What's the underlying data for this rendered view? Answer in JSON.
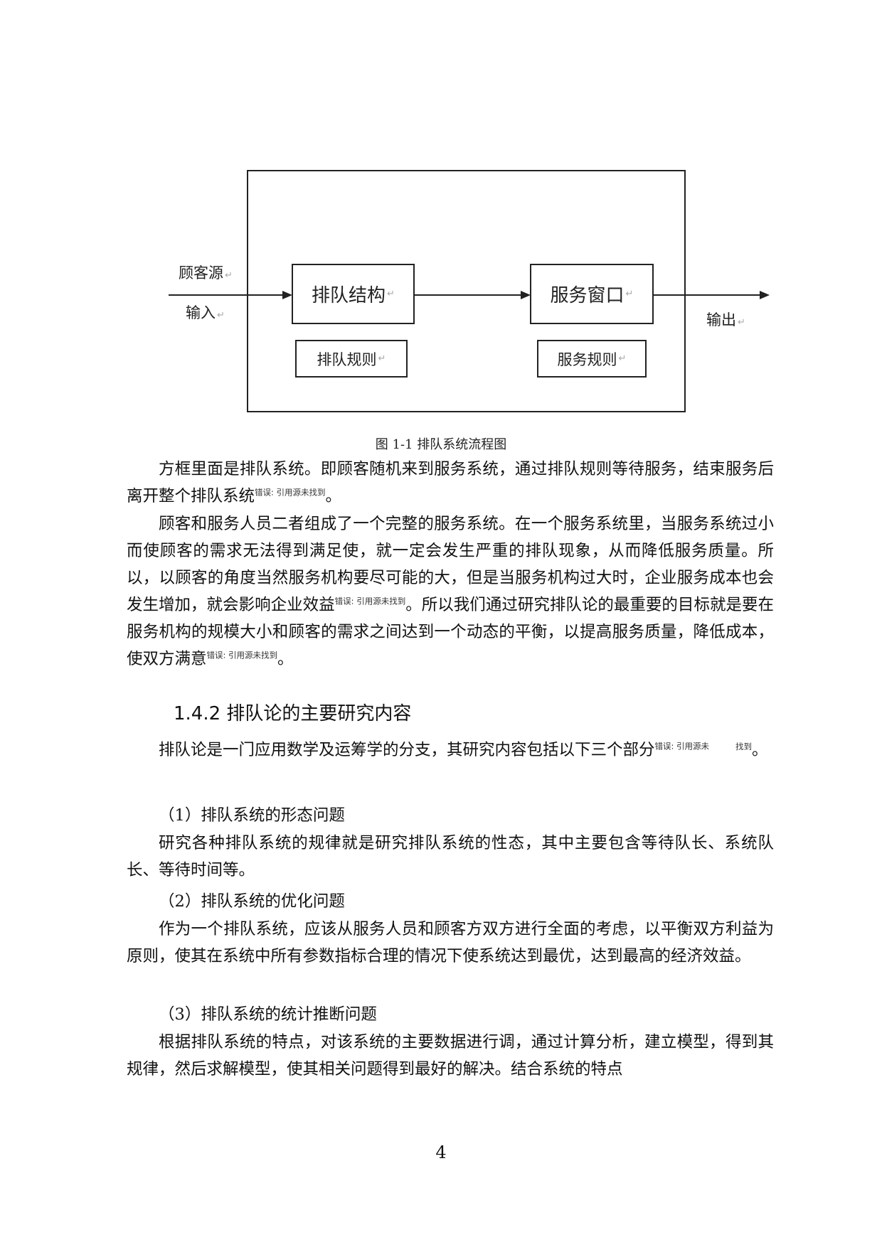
{
  "figure": {
    "source_label": "顾客源",
    "input_label": "输入",
    "output_label": "输出",
    "queue_structure": "排队结构",
    "queue_rule": "排队规则",
    "service_window": "服务窗口",
    "service_rule": "服务规则",
    "return_mark": "↵",
    "caption": "图 1-1 排队系统流程图"
  },
  "paragraphs": {
    "p1_text": "方框里面是排队系统。即顾客随机来到服务系统，通过排队规则等待服务，结束服务后离开整个排队系统",
    "p1_ref": "错误: 引用源未找到",
    "p1_end": "。",
    "p2_text_a": "顾客和服务人员二者组成了一个完整的服务系统。在一个服务系统里，当服务系统过小而使顾客的需求无法得到满足使，就一定会发生严重的排队现象，从而降低服务质量。所以，以顾客的角度当然服务机构要尽可能的大，但是当服务机构过大时，企业服务成本也会发生增加，就会影响企业效益",
    "p2_ref_a": "错误: 引用源未找到",
    "p2_text_b": "。所以我们通过研究排队论的最重要的目标就是要在服务机构的规模大小和顾客的需求之间达到一个动态的平衡，以提高服务质量，降低成本，使双方满意",
    "p2_ref_b": "错误: 引用源未找到",
    "p2_end": "。"
  },
  "section": {
    "heading": "1.4.2 排队论的主要研究内容",
    "intro_text": "排队论是一门应用数学及运筹学的分支，其研究内容包括以下三个部分",
    "intro_ref_a": "错误: 引用源未",
    "intro_ref_b": "找到",
    "intro_end": "。",
    "items": [
      {
        "title": "（1）排队系统的形态问题",
        "body": "研究各种排队系统的规律就是研究排队系统的性态，其中主要包含等待队长、系统队长、等待时间等。"
      },
      {
        "title": "（2）排队系统的优化问题",
        "body": "作为一个排队系统，应该从服务人员和顾客方双方进行全面的考虑，以平衡双方利益为原则，使其在系统中所有参数指标合理的情况下使系统达到最优，达到最高的经济效益。"
      },
      {
        "title": "（3）排队系统的统计推断问题",
        "body": "根据排队系统的特点，对该系统的主要数据进行调，通过计算分析，建立模型，得到其规律，然后求解模型，使其相关问题得到最好的解决。结合系统的特点"
      }
    ]
  },
  "page_number": "4"
}
